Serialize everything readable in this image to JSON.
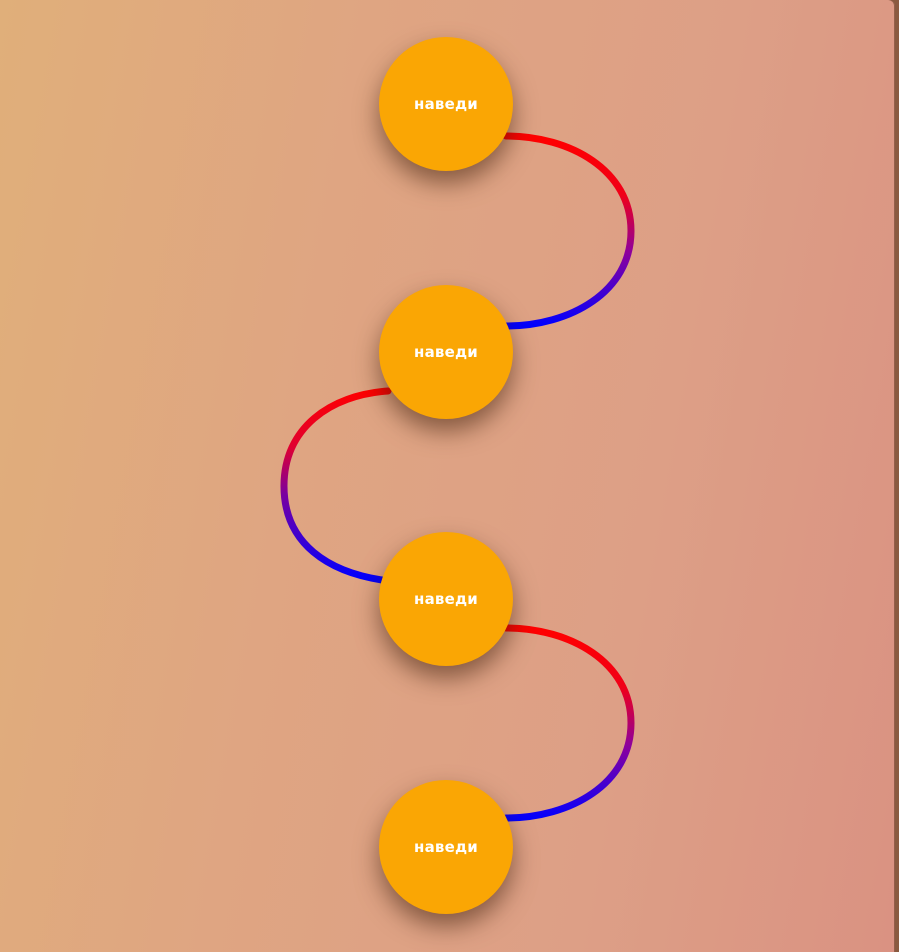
{
  "nodes": [
    {
      "label": "наведи"
    },
    {
      "label": "наведи"
    },
    {
      "label": "наведи"
    },
    {
      "label": "наведи"
    }
  ],
  "colors": {
    "node_fill": "#faa604",
    "wire_start": "#ff0000",
    "wire_end": "#0000ff",
    "text": "#ffffff"
  }
}
